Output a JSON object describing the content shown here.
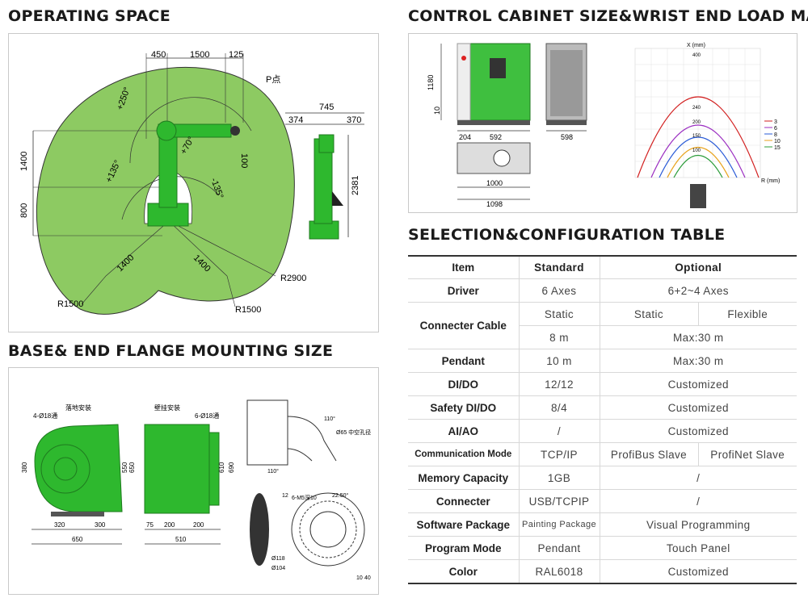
{
  "headings": {
    "operating_space": "OPERATING SPACE",
    "control_cabinet": "CONTROL CABINET SIZE&WRIST END LOAD MAP",
    "selection": "SELECTION&CONFIGURATION TABLE",
    "base_mount": "BASE& END FLANGE MOUNTING SIZE"
  },
  "operating_space": {
    "dims_top": [
      "450",
      "1500",
      "125"
    ],
    "p_point": "P点",
    "angles": [
      "+250°",
      "+70°",
      "+135°",
      "-135°"
    ],
    "dims_left": [
      "1400",
      "800"
    ],
    "dims_right": [
      "100"
    ],
    "reach": [
      "1400",
      "1400"
    ],
    "radii": [
      "R2900",
      "R1500",
      "R1500"
    ],
    "side_dims": [
      "745",
      "374",
      "370",
      "2381"
    ],
    "colors": {
      "workspace": "#8dca62",
      "robot": "#2eb82e",
      "robot_dark": "#1f7a1f"
    }
  },
  "cabinet": {
    "front_dims": [
      "1180",
      "10",
      "204",
      "592"
    ],
    "side_dims": [
      "598"
    ],
    "top_dims": [
      "1000",
      "1098"
    ]
  },
  "load_map": {
    "x_label": "X (mm)",
    "r_label": "R (mm)",
    "y_values": [
      "400",
      "240",
      "200",
      "150",
      "100"
    ],
    "legend": [
      {
        "label": "3",
        "color": "#d21f1f"
      },
      {
        "label": "6",
        "color": "#9b2fc1"
      },
      {
        "label": "8",
        "color": "#2a5bd7"
      },
      {
        "label": "10",
        "color": "#e8a21b"
      },
      {
        "label": "15",
        "color": "#2c9c3a"
      }
    ]
  },
  "base_mount": {
    "floor_label": "落地安装",
    "wall_label": "壁挂安装",
    "floor_holes": "4-Ø18通",
    "wall_holes": "6-Ø18通",
    "floor_dims": [
      "380",
      "550",
      "650",
      "320",
      "300",
      "650"
    ],
    "wall_dims": [
      "610",
      "690",
      "75",
      "200",
      "200",
      "510"
    ],
    "flange_dims": [
      "110°",
      "110°",
      "Ø65 中空孔径",
      "12",
      "6-M5深10",
      "22.50°",
      "Ø118",
      "Ø104",
      "10",
      "40"
    ]
  },
  "table": {
    "header": {
      "item": "Item",
      "standard": "Standard",
      "optional": "Optional"
    },
    "rows": [
      {
        "item": "Driver",
        "standard": "6 Axes",
        "optional": "6+2~4 Axes"
      },
      {
        "item": "Connecter Cable",
        "standard_a": "Static",
        "opt_a1": "Static",
        "opt_a2": "Flexible",
        "standard_b": "8 m",
        "opt_b": "Max:30 m"
      },
      {
        "item": "Pendant",
        "standard": "10 m",
        "optional": "Max:30 m"
      },
      {
        "item": "DI/DO",
        "standard": "12/12",
        "optional": "Customized"
      },
      {
        "item": "Safety DI/DO",
        "standard": "8/4",
        "optional": "Customized"
      },
      {
        "item": "AI/AO",
        "standard": "/",
        "optional": "Customized"
      },
      {
        "item": "Communication Mode",
        "standard": "TCP/IP",
        "opt_1": "ProfiBus Slave",
        "opt_2": "ProfiNet Slave"
      },
      {
        "item": "Memory Capacity",
        "standard": "1GB",
        "optional": "/"
      },
      {
        "item": "Connecter",
        "standard": "USB/TCPIP",
        "optional": "/"
      },
      {
        "item": "Software Package",
        "standard": "Painting Package",
        "optional": "Visual Programming"
      },
      {
        "item": "Program Mode",
        "standard": "Pendant",
        "optional": "Touch Panel"
      },
      {
        "item": "Color",
        "standard": "RAL6018",
        "optional": "Customized"
      }
    ]
  }
}
